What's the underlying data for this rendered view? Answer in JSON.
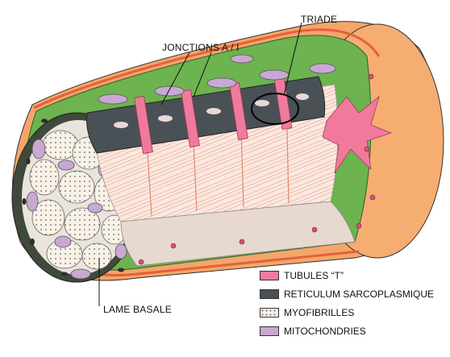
{
  "labels": {
    "triade": "TRIADE",
    "junctions": "JONCTIONS  A / I",
    "lame_basale": "LAME BASALE"
  },
  "legend": [
    {
      "label": "TUBULES “T”",
      "color": "#f07a9c",
      "pattern": "solid"
    },
    {
      "label": "RETICULUM SARCOPLASMIQUE",
      "color": "#4a5156",
      "pattern": "solid"
    },
    {
      "label": "MYOFIBRILLES",
      "color": "#f7f2e6",
      "pattern": "dots"
    },
    {
      "label": "MITOCHONDRIES",
      "color": "#c9a8d4",
      "pattern": "solid"
    }
  ],
  "colors": {
    "sarcolemma_outer": "#f4a56a",
    "sarcolemma_band": "#e2623a",
    "cytoplasm_green": "#6db34f",
    "t_tubule": "#f07a9c",
    "reticulum": "#4a5156",
    "mitochondria": "#c9a8d4",
    "myofibril": "#f7f2e6"
  }
}
